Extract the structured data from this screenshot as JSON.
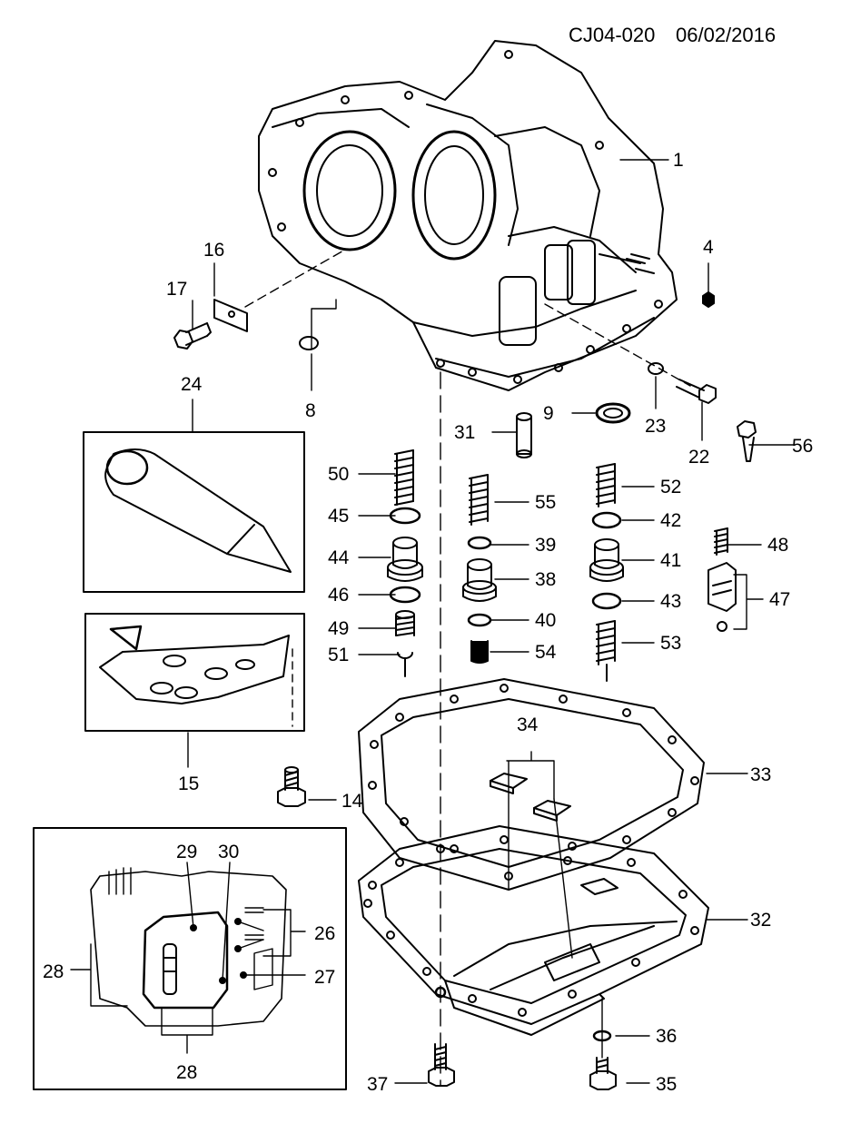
{
  "header": {
    "drawing_id": "CJ04-020",
    "date": "06/02/2016"
  },
  "callouts": {
    "p1": "1",
    "p4": "4",
    "p8": "8",
    "p9": "9",
    "p14": "14",
    "p15": "15",
    "p16": "16",
    "p17": "17",
    "p22": "22",
    "p23": "23",
    "p24": "24",
    "p26": "26",
    "p27": "27",
    "p28a": "28",
    "p28b": "28",
    "p29": "29",
    "p30": "30",
    "p31": "31",
    "p32": "32",
    "p33": "33",
    "p34": "34",
    "p35": "35",
    "p36": "36",
    "p37": "37",
    "p38": "38",
    "p39": "39",
    "p40": "40",
    "p41": "41",
    "p42": "42",
    "p43": "43",
    "p44": "44",
    "p45": "45",
    "p46": "46",
    "p47": "47",
    "p48": "48",
    "p49": "49",
    "p50": "50",
    "p51": "51",
    "p52": "52",
    "p53": "53",
    "p54": "54",
    "p55": "55",
    "p56": "56"
  },
  "style": {
    "line_color": "#000000",
    "background": "#ffffff"
  }
}
